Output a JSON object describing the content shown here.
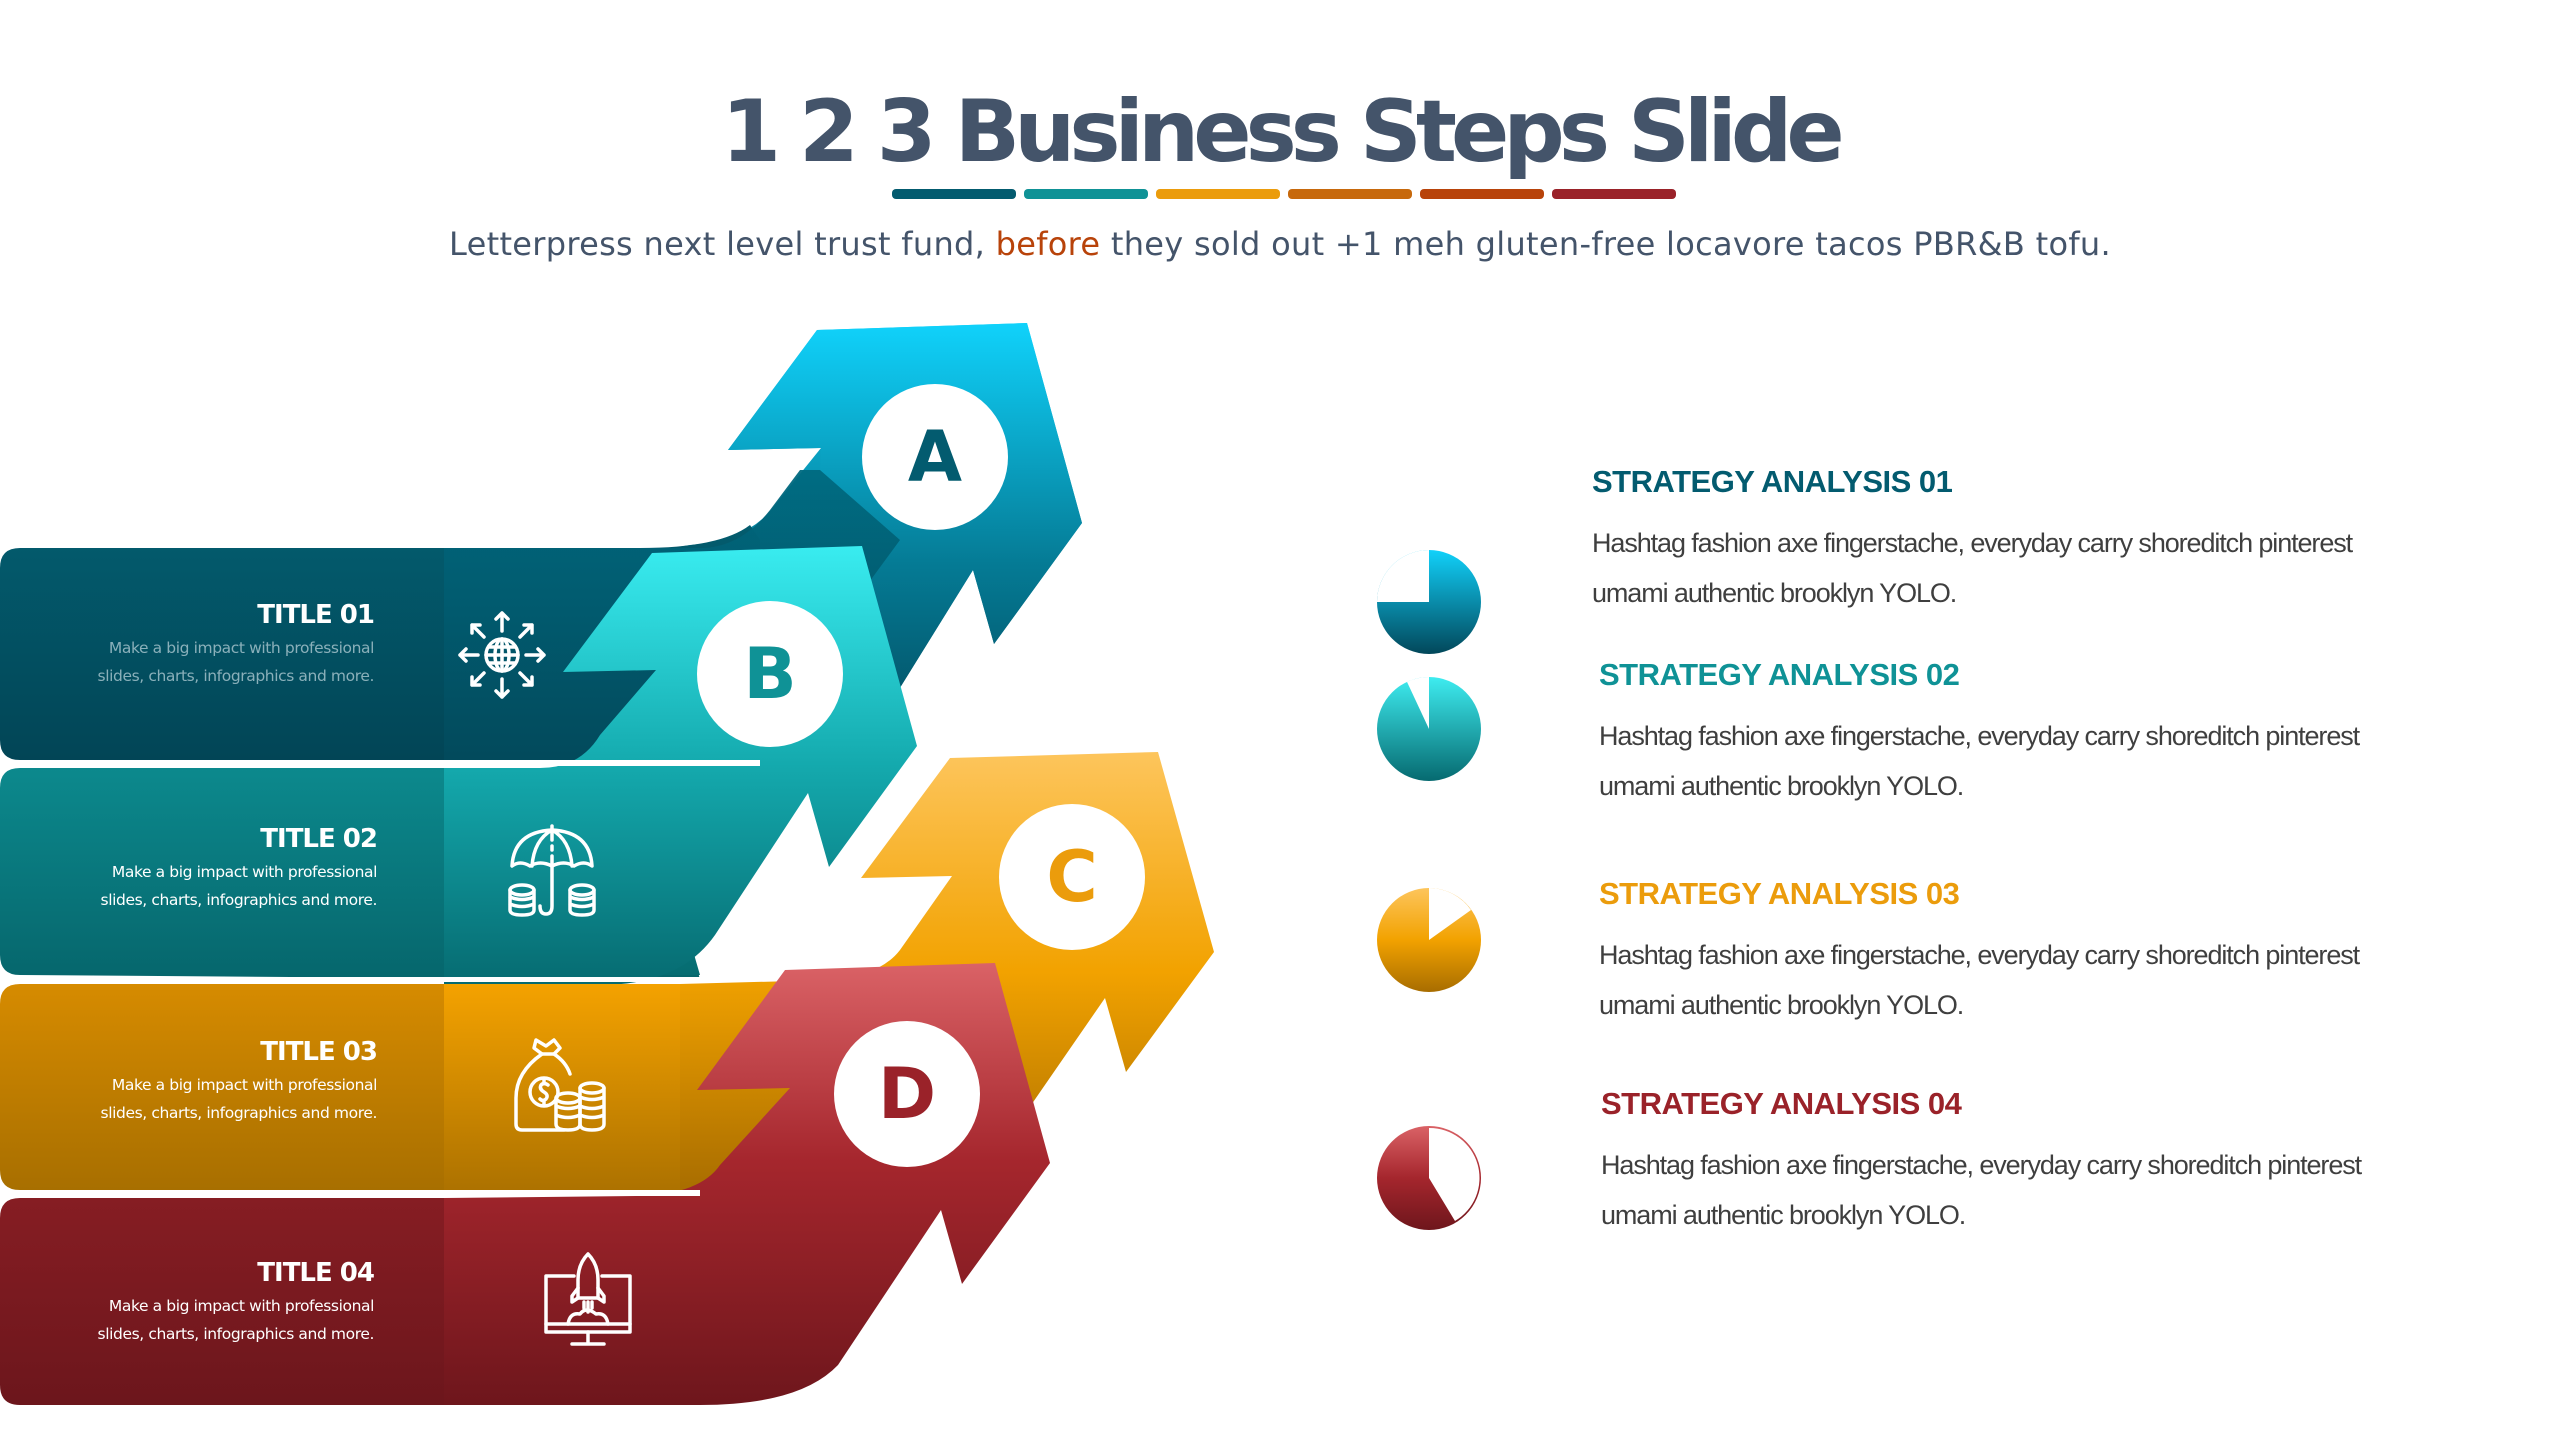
{
  "slide": {
    "title": "1 2 3 Business Steps Slide",
    "subtitle_before": "Letterpress next level trust fund, ",
    "subtitle_highlight": "before",
    "subtitle_after": " they sold out +1 meh gluten-free locavore tacos PBR&B tofu.",
    "highlight_color": "#b8430a",
    "title_color": "#44546a",
    "color_bars": [
      "#035b6f",
      "#0f9296",
      "#eb9c0c",
      "#c7690c",
      "#b8430a",
      "#9a2229"
    ]
  },
  "steps": [
    {
      "letter": "A",
      "title": "TITLE 01",
      "desc_line1": "Make a big impact with professional",
      "desc_line2": "slides, charts, infographics and more.",
      "icon": "globe-arrows-icon",
      "color_dark": "#02475a",
      "color_mid": "#006a80",
      "color_light": "#10d2fb",
      "letter_color": "#035b6f"
    },
    {
      "letter": "B",
      "title": "TITLE 02",
      "desc_line1": "Make a big impact with professional",
      "desc_line2": "slides, charts, infographics and more.",
      "icon": "umbrella-coins-icon",
      "color_dark": "#066a70",
      "color_mid": "#0c8f92",
      "color_light": "#39ecf0",
      "letter_color": "#0f9296"
    },
    {
      "letter": "C",
      "title": "TITLE 03",
      "desc_line1": "Make a big impact with professional",
      "desc_line2": "slides, charts, infographics and more.",
      "icon": "money-bag-icon",
      "color_dark": "#a86d00",
      "color_mid": "#f2a200",
      "color_light": "#fdc55c",
      "letter_color": "#eb9c0c"
    },
    {
      "letter": "D",
      "title": "TITLE 04",
      "desc_line1": "Make a big impact with professional",
      "desc_line2": "slides, charts, infographics and more.",
      "icon": "rocket-monitor-icon",
      "color_dark": "#6e161c",
      "color_mid": "#9d2229",
      "color_light": "#da6266",
      "letter_color": "#9a2229"
    }
  ],
  "strategies": [
    {
      "heading": "STRATEGY ANALYSIS 01",
      "body_line1": "Hashtag fashion axe fingerstache, everyday carry shoreditch pinterest",
      "body_line2": "umami authentic brooklyn YOLO.",
      "color": "#035b6f",
      "pie_filled_percent": 75
    },
    {
      "heading": "STRATEGY ANALYSIS 02",
      "body_line1": "Hashtag fashion axe fingerstache, everyday carry shoreditch pinterest",
      "body_line2": "umami authentic brooklyn YOLO.",
      "color": "#0f9296",
      "pie_filled_percent": 93
    },
    {
      "heading": "STRATEGY ANALYSIS 03",
      "body_line1": "Hashtag fashion axe fingerstache, everyday carry shoreditch pinterest",
      "body_line2": "umami authentic brooklyn YOLO.",
      "color": "#eb9c0c",
      "pie_filled_percent": 83
    },
    {
      "heading": "STRATEGY ANALYSIS 04",
      "body_line1": "Hashtag fashion axe fingerstache, everyday carry shoreditch pinterest",
      "body_line2": "umami authentic brooklyn YOLO.",
      "color": "#9a2229",
      "pie_filled_percent": 58
    }
  ]
}
